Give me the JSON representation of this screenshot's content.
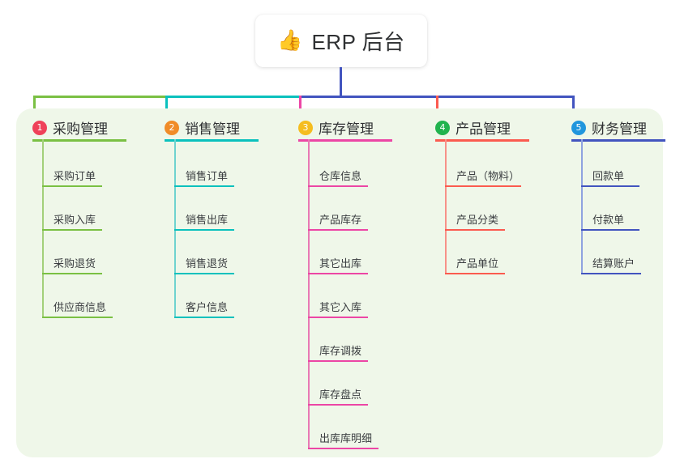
{
  "root": {
    "icon": "thumbs-up-icon",
    "icon_glyph": "👍",
    "title": "ERP 后台"
  },
  "palette": {
    "page_background": "#ffffff",
    "panel_background": "#eff7e9",
    "card_background": "#ffffff",
    "text": "#2f3133",
    "root_connector": "#4254bf"
  },
  "columns": [
    {
      "number": "1",
      "title": "采购管理",
      "badge_color": "#ef4159",
      "line_color": "#7ac043",
      "spine_color": "#a3d07a",
      "items": [
        "采购订单",
        "采购入库",
        "采购退货",
        "供应商信息"
      ]
    },
    {
      "number": "2",
      "title": "销售管理",
      "badge_color": "#f08c28",
      "line_color": "#0ac1bd",
      "spine_color": "#6fd3cf",
      "items": [
        "销售订单",
        "销售出库",
        "销售退货",
        "客户信息"
      ]
    },
    {
      "number": "3",
      "title": "库存管理",
      "badge_color": "#f5bd1f",
      "line_color": "#ec46a5",
      "spine_color": "#e878b4",
      "items": [
        "仓库信息",
        "产品库存",
        "其它出库",
        "其它入库",
        "库存调拨",
        "库存盘点",
        "出库库明细"
      ]
    },
    {
      "number": "4",
      "title": "产品管理",
      "badge_color": "#21b34e",
      "line_color": "#fb5b4f",
      "spine_color": "#f79189",
      "items": [
        "产品（物料）",
        "产品分类",
        "产品单位"
      ]
    },
    {
      "number": "5",
      "title": "财务管理",
      "badge_color": "#2196dd",
      "line_color": "#4254bf",
      "spine_color": "#8fa3e0",
      "items": [
        "回款单",
        "付款单",
        "结算账户"
      ]
    }
  ],
  "connectors": {
    "bus_segments": [
      {
        "name": "bus-segment-green",
        "color": "#7ac043"
      },
      {
        "name": "bus-segment-teal",
        "color": "#0ac1bd"
      },
      {
        "name": "bus-segment-blue",
        "color": "#4254bf"
      }
    ],
    "drops": [
      {
        "name": "drop-purchasing",
        "color": "#7ac043"
      },
      {
        "name": "drop-sales",
        "color": "#0ac1bd"
      },
      {
        "name": "drop-inventory",
        "color": "#ec46a5"
      },
      {
        "name": "drop-product",
        "color": "#fb5b4f"
      },
      {
        "name": "drop-finance",
        "color": "#4254bf"
      }
    ]
  }
}
